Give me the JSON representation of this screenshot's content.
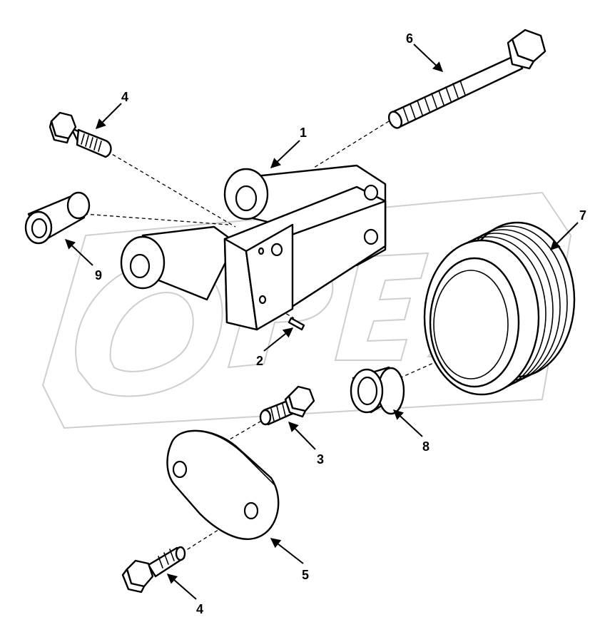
{
  "callouts": {
    "bracket": "1",
    "pin": "2",
    "screw_plate": "3",
    "capscrew_top": "4",
    "capscrew_bottom": "4",
    "plate": "5",
    "long_capscrew": "6",
    "pulley": "7",
    "bushing_right": "8",
    "bushing_left": "9"
  },
  "watermark": {
    "text": "OPEX"
  },
  "colors": {
    "ink": "#000000",
    "watermark": "#c9c9c9",
    "background": "#ffffff"
  }
}
